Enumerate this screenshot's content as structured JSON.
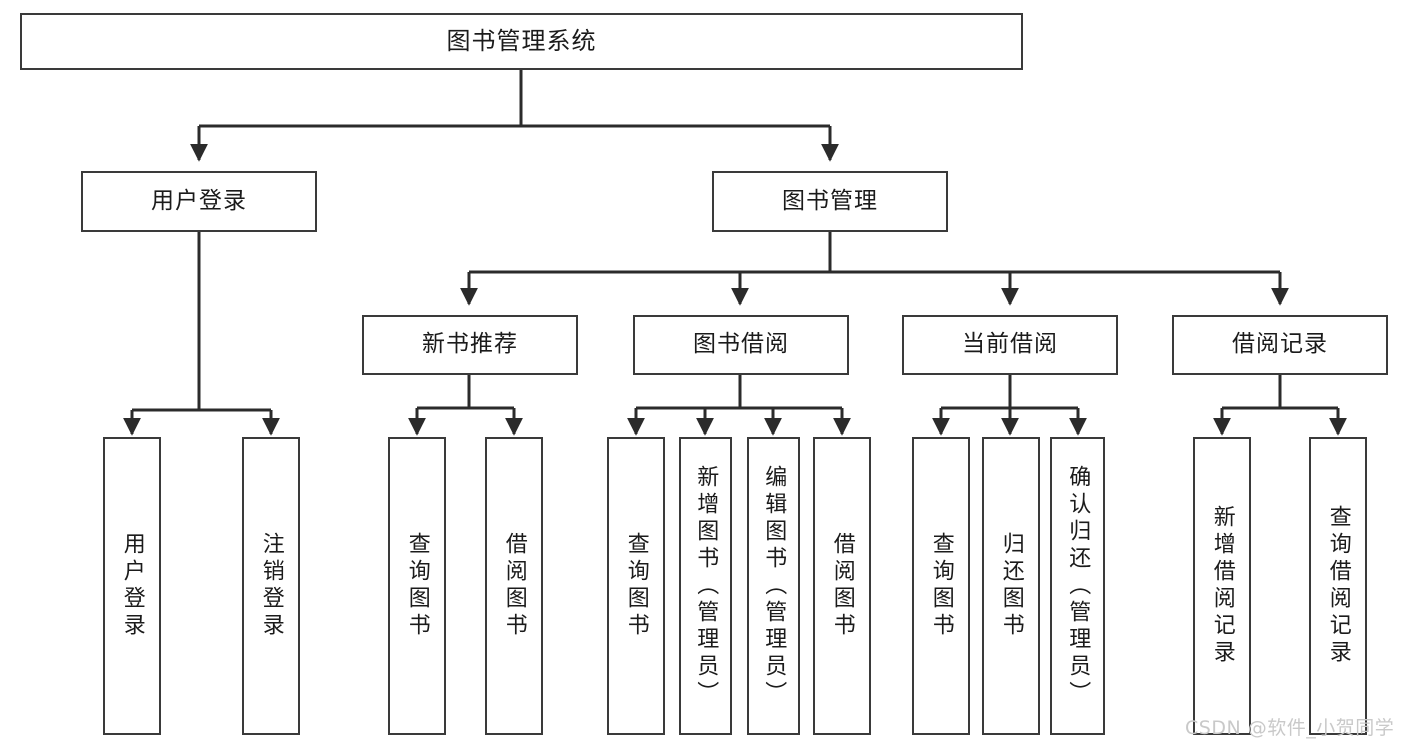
{
  "diagram": {
    "title": "图书管理系统",
    "type": "tree-hierarchy-diagram",
    "colors": {
      "box_border": "#3a3a3a",
      "box_fill": "#ffffff",
      "connector": "#2b2b2b",
      "text": "#1b1b1b",
      "watermark": "#c9c9c9"
    }
  },
  "root": {
    "label": "图书管理系统"
  },
  "level2": {
    "user_login": {
      "label": "用户登录"
    },
    "book_manage": {
      "label": "图书管理"
    }
  },
  "level3": {
    "new_book_recommend": {
      "label": "新书推荐"
    },
    "book_borrow": {
      "label": "图书借阅"
    },
    "current_borrow": {
      "label": "当前借阅"
    },
    "borrow_record": {
      "label": "借阅记录"
    }
  },
  "leaves": {
    "user_login": [
      {
        "label": "用户登录"
      },
      {
        "label": "注销登录"
      }
    ],
    "new_book_recommend": [
      {
        "label": "查询图书"
      },
      {
        "label": "借阅图书"
      }
    ],
    "book_borrow": [
      {
        "label": "查询图书"
      },
      {
        "label": "新增图书（管理员）"
      },
      {
        "label": "编辑图书（管理员）"
      },
      {
        "label": "借阅图书"
      }
    ],
    "current_borrow": [
      {
        "label": "查询图书"
      },
      {
        "label": "归还图书"
      },
      {
        "label": "确认归还（管理员）"
      }
    ],
    "borrow_record": [
      {
        "label": "新增借阅记录"
      },
      {
        "label": "查询借阅记录"
      }
    ]
  },
  "watermark": {
    "text": "CSDN @软件_小贺同学"
  }
}
